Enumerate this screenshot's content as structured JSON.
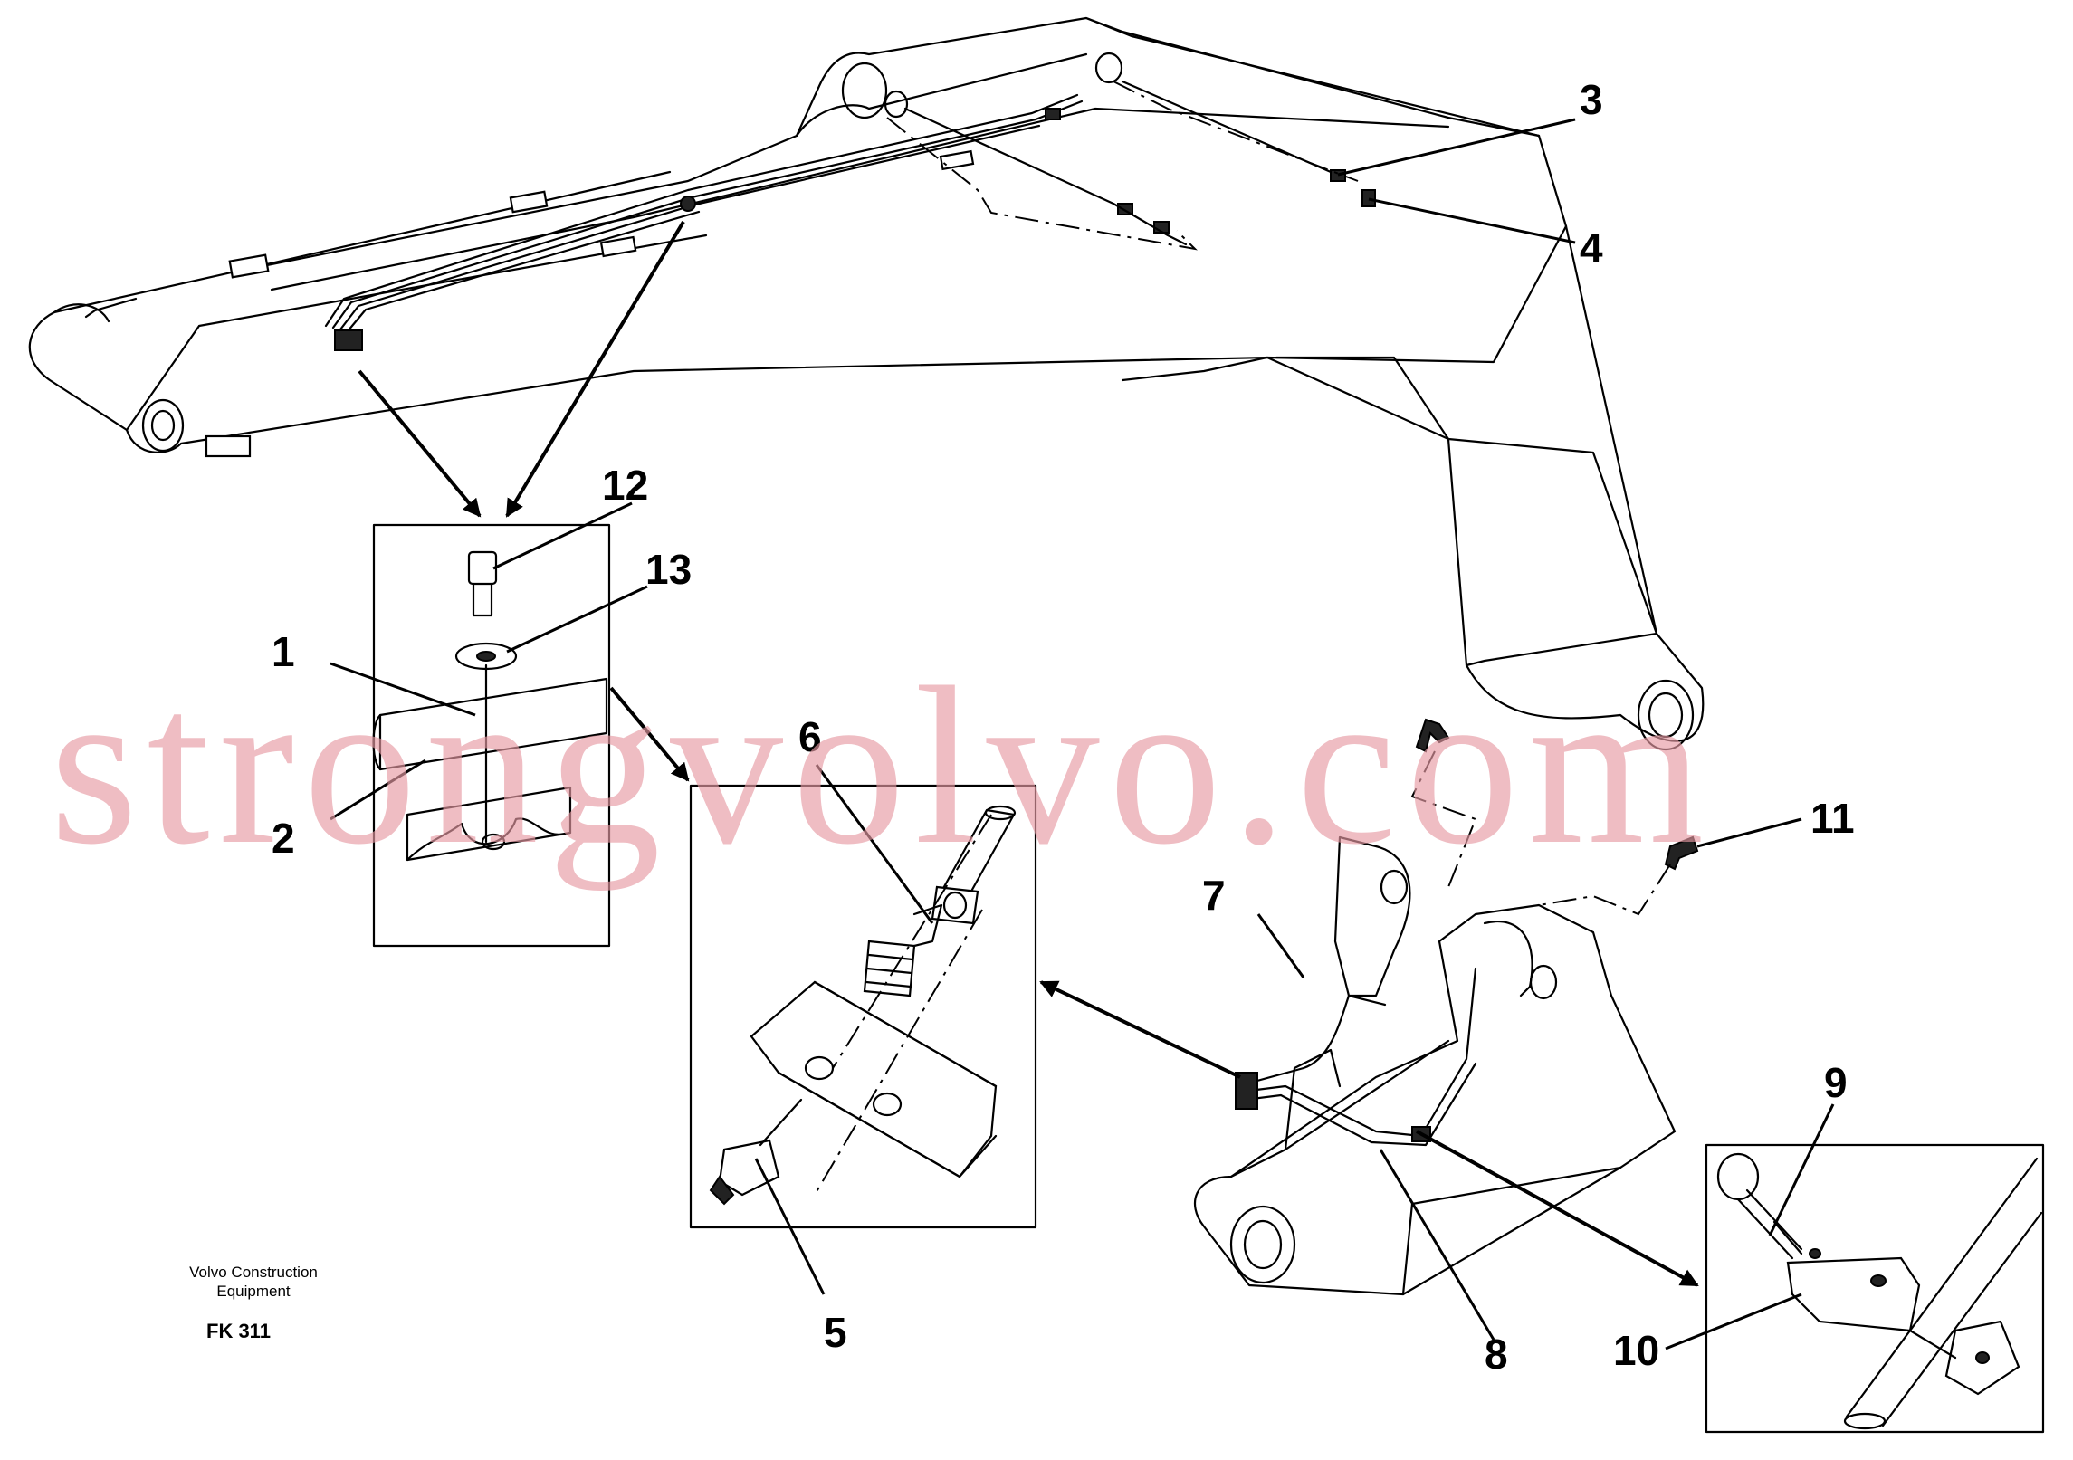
{
  "caption": {
    "line1": "Volvo Construction",
    "line2": "Equipment",
    "code": "FK 311"
  },
  "watermark": "strongvolvo.com",
  "labels": {
    "l1": "1",
    "l2": "2",
    "l3": "3",
    "l4": "4",
    "l5": "5",
    "l6": "6",
    "l7": "7",
    "l8": "8",
    "l9": "9",
    "l10": "10",
    "l11": "11",
    "l12": "12",
    "l13": "13"
  }
}
